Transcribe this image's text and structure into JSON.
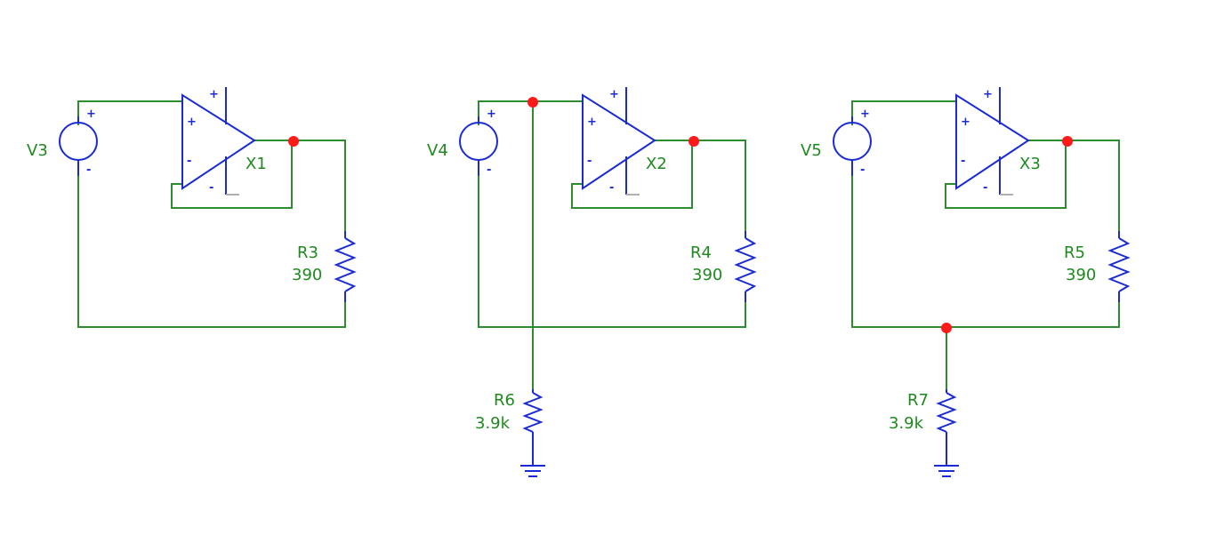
{
  "circuits": [
    {
      "source": "V3",
      "opamp": "X1",
      "load_resistor": {
        "name": "R3",
        "value": "390"
      },
      "ground_resistor": null
    },
    {
      "source": "V4",
      "opamp": "X2",
      "load_resistor": {
        "name": "R4",
        "value": "390"
      },
      "ground_resistor": {
        "name": "R6",
        "value": "3.9k"
      }
    },
    {
      "source": "V5",
      "opamp": "X3",
      "load_resistor": {
        "name": "R5",
        "value": "390"
      },
      "ground_resistor": {
        "name": "R7",
        "value": "3.9k"
      }
    }
  ],
  "symbols": {
    "plus": "+",
    "minus": "-"
  },
  "colors": {
    "wire": "#2e8b2e",
    "component": "#1a2bd6",
    "label": "#1e8a1e",
    "node": "#ff1a1a"
  }
}
